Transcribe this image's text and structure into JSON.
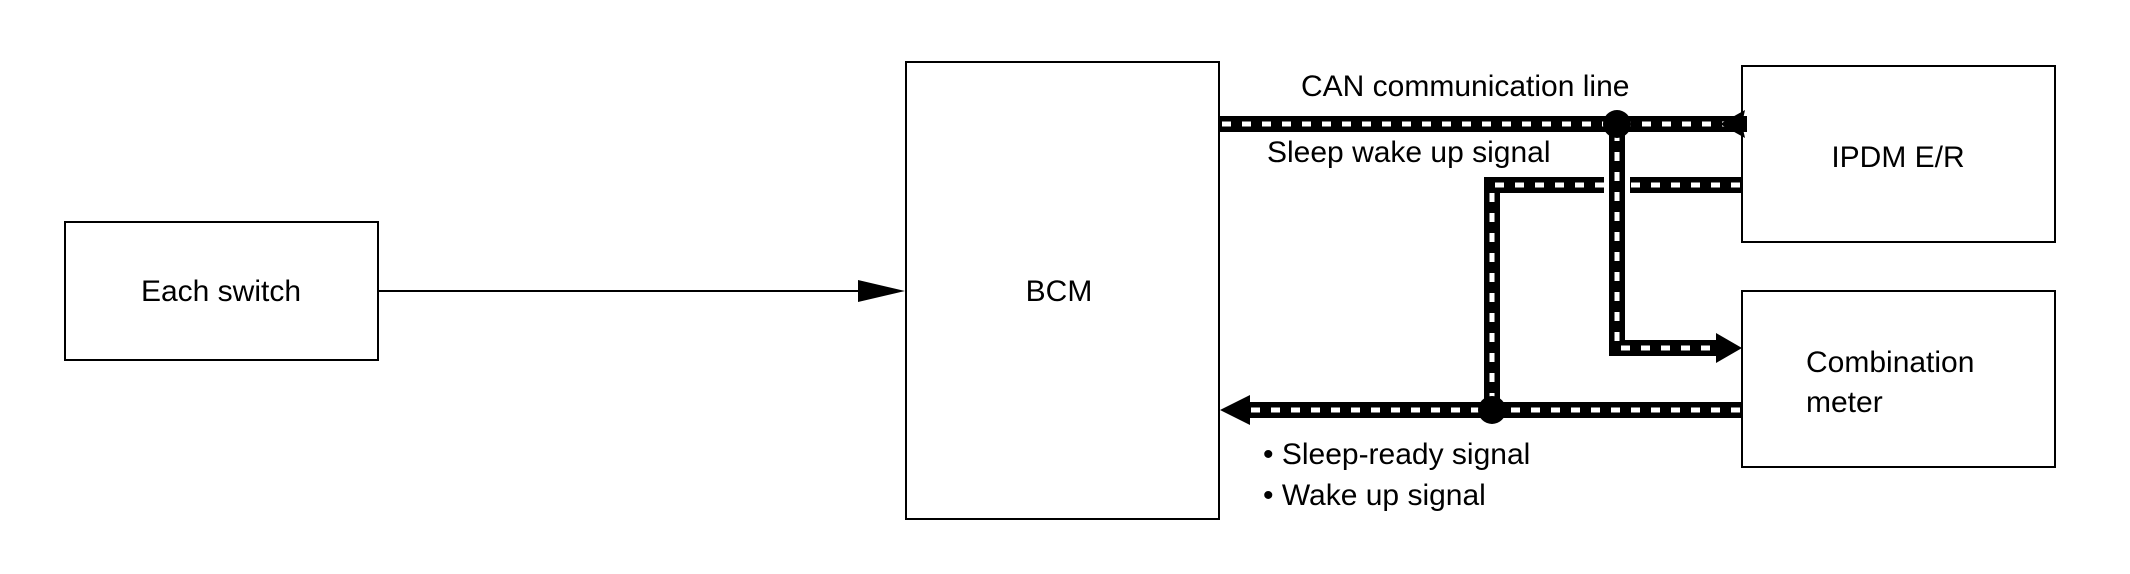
{
  "nodes": {
    "each_switch": "Each switch",
    "bcm": "BCM",
    "ipdm": "IPDM E/R",
    "combination_meter_line1": "Combination",
    "combination_meter_line2": "meter"
  },
  "signals": {
    "can_line": "CAN communication line",
    "sleep_wake_up": "Sleep wake up signal",
    "sleep_ready": "• Sleep-ready signal",
    "wake_up": "• Wake up signal"
  },
  "colors": {
    "line": "#000000",
    "background": "#ffffff"
  }
}
